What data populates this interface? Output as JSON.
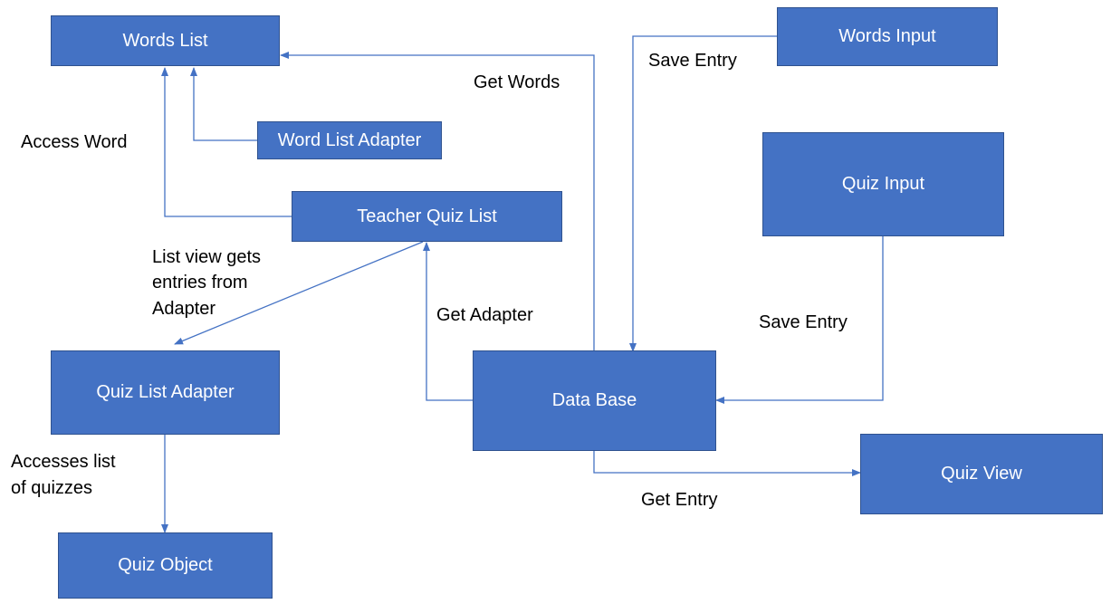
{
  "colors": {
    "box_fill": "#4472c4",
    "box_border": "#2f528f",
    "box_text": "#ffffff",
    "connector": "#4472c4",
    "label_text": "#000000"
  },
  "nodes": {
    "words_list": "Words List",
    "word_list_adapter": "Word List Adapter",
    "teacher_quiz_list": "Teacher Quiz List",
    "quiz_list_adapter": "Quiz List Adapter",
    "quiz_object": "Quiz Object",
    "words_input": "Words Input",
    "quiz_input": "Quiz Input",
    "data_base": "Data Base",
    "quiz_view": "Quiz View"
  },
  "edge_labels": {
    "access_word": "Access Word",
    "get_words": "Get Words",
    "save_entry_words": "Save Entry",
    "list_view_line1": "List view gets",
    "list_view_line2": "entries from",
    "list_view_line3": "Adapter",
    "get_adapter": "Get Adapter",
    "save_entry_quiz": "Save Entry",
    "accesses_line1": "Accesses list",
    "accesses_line2": "of quizzes",
    "get_entry": "Get Entry"
  }
}
